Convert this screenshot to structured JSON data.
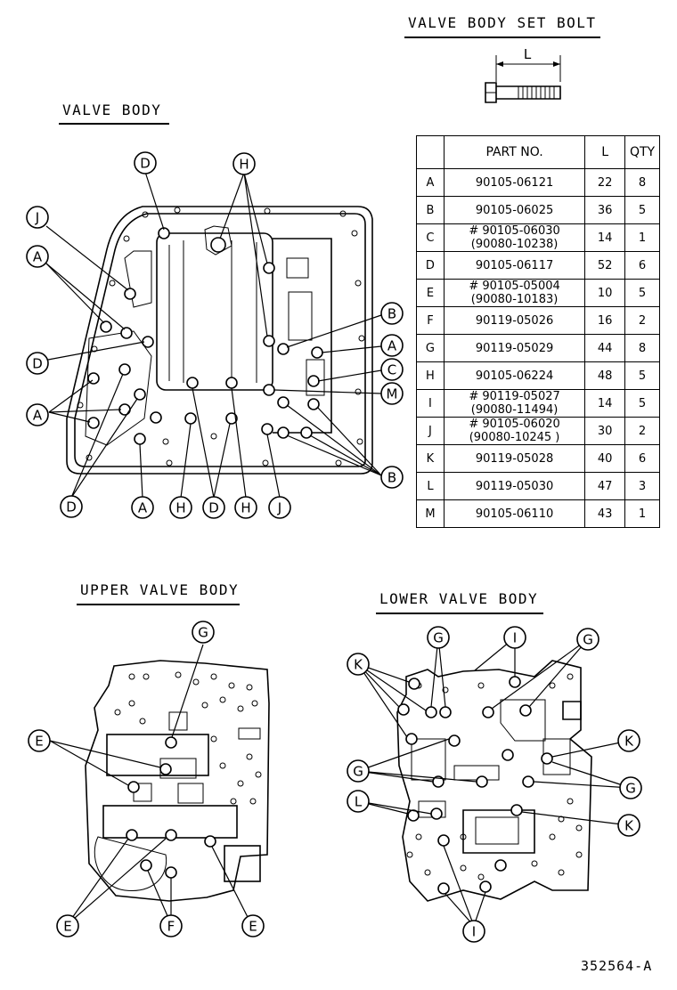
{
  "titles": {
    "set_bolt": "VALVE BODY SET BOLT",
    "valve_body": "VALVE BODY",
    "upper": "UPPER VALVE BODY",
    "lower": "LOWER VALVE BODY"
  },
  "bolt_dimension_label": "L",
  "table": {
    "headers": {
      "key": "",
      "part_no": "PART NO.",
      "length": "L",
      "qty": "QTY"
    },
    "rows": [
      {
        "key": "A",
        "part_no": "90105-06121",
        "alt": "",
        "length": "22",
        "qty": "8"
      },
      {
        "key": "B",
        "part_no": "90105-06025",
        "alt": "",
        "length": "36",
        "qty": "5"
      },
      {
        "key": "C",
        "part_no": "# 90105-06030",
        "alt": "(90080-10238)",
        "length": "14",
        "qty": "1"
      },
      {
        "key": "D",
        "part_no": "90105-06117",
        "alt": "",
        "length": "52",
        "qty": "6"
      },
      {
        "key": "E",
        "part_no": "# 90105-05004",
        "alt": "(90080-10183)",
        "length": "10",
        "qty": "5"
      },
      {
        "key": "F",
        "part_no": "90119-05026",
        "alt": "",
        "length": "16",
        "qty": "2"
      },
      {
        "key": "G",
        "part_no": "90119-05029",
        "alt": "",
        "length": "44",
        "qty": "8"
      },
      {
        "key": "H",
        "part_no": "90105-06224",
        "alt": "",
        "length": "48",
        "qty": "5"
      },
      {
        "key": "I",
        "part_no": "# 90119-05027",
        "alt": "(90080-11494)",
        "length": "14",
        "qty": "5"
      },
      {
        "key": "J",
        "part_no": "# 90105-06020",
        "alt": "(90080-10245 )",
        "length": "30",
        "qty": "2"
      },
      {
        "key": "K",
        "part_no": "90119-05028",
        "alt": "",
        "length": "40",
        "qty": "6"
      },
      {
        "key": "L",
        "part_no": "90119-05030",
        "alt": "",
        "length": "47",
        "qty": "3"
      },
      {
        "key": "M",
        "part_no": "90105-06110",
        "alt": "",
        "length": "43",
        "qty": "1"
      }
    ]
  },
  "callout_letters": {
    "A": "A",
    "B": "B",
    "C": "C",
    "D": "D",
    "E": "E",
    "F": "F",
    "G": "G",
    "H": "H",
    "I": "I",
    "J": "J",
    "K": "K",
    "L": "L",
    "M": "M"
  },
  "figure_id": "352564-A"
}
